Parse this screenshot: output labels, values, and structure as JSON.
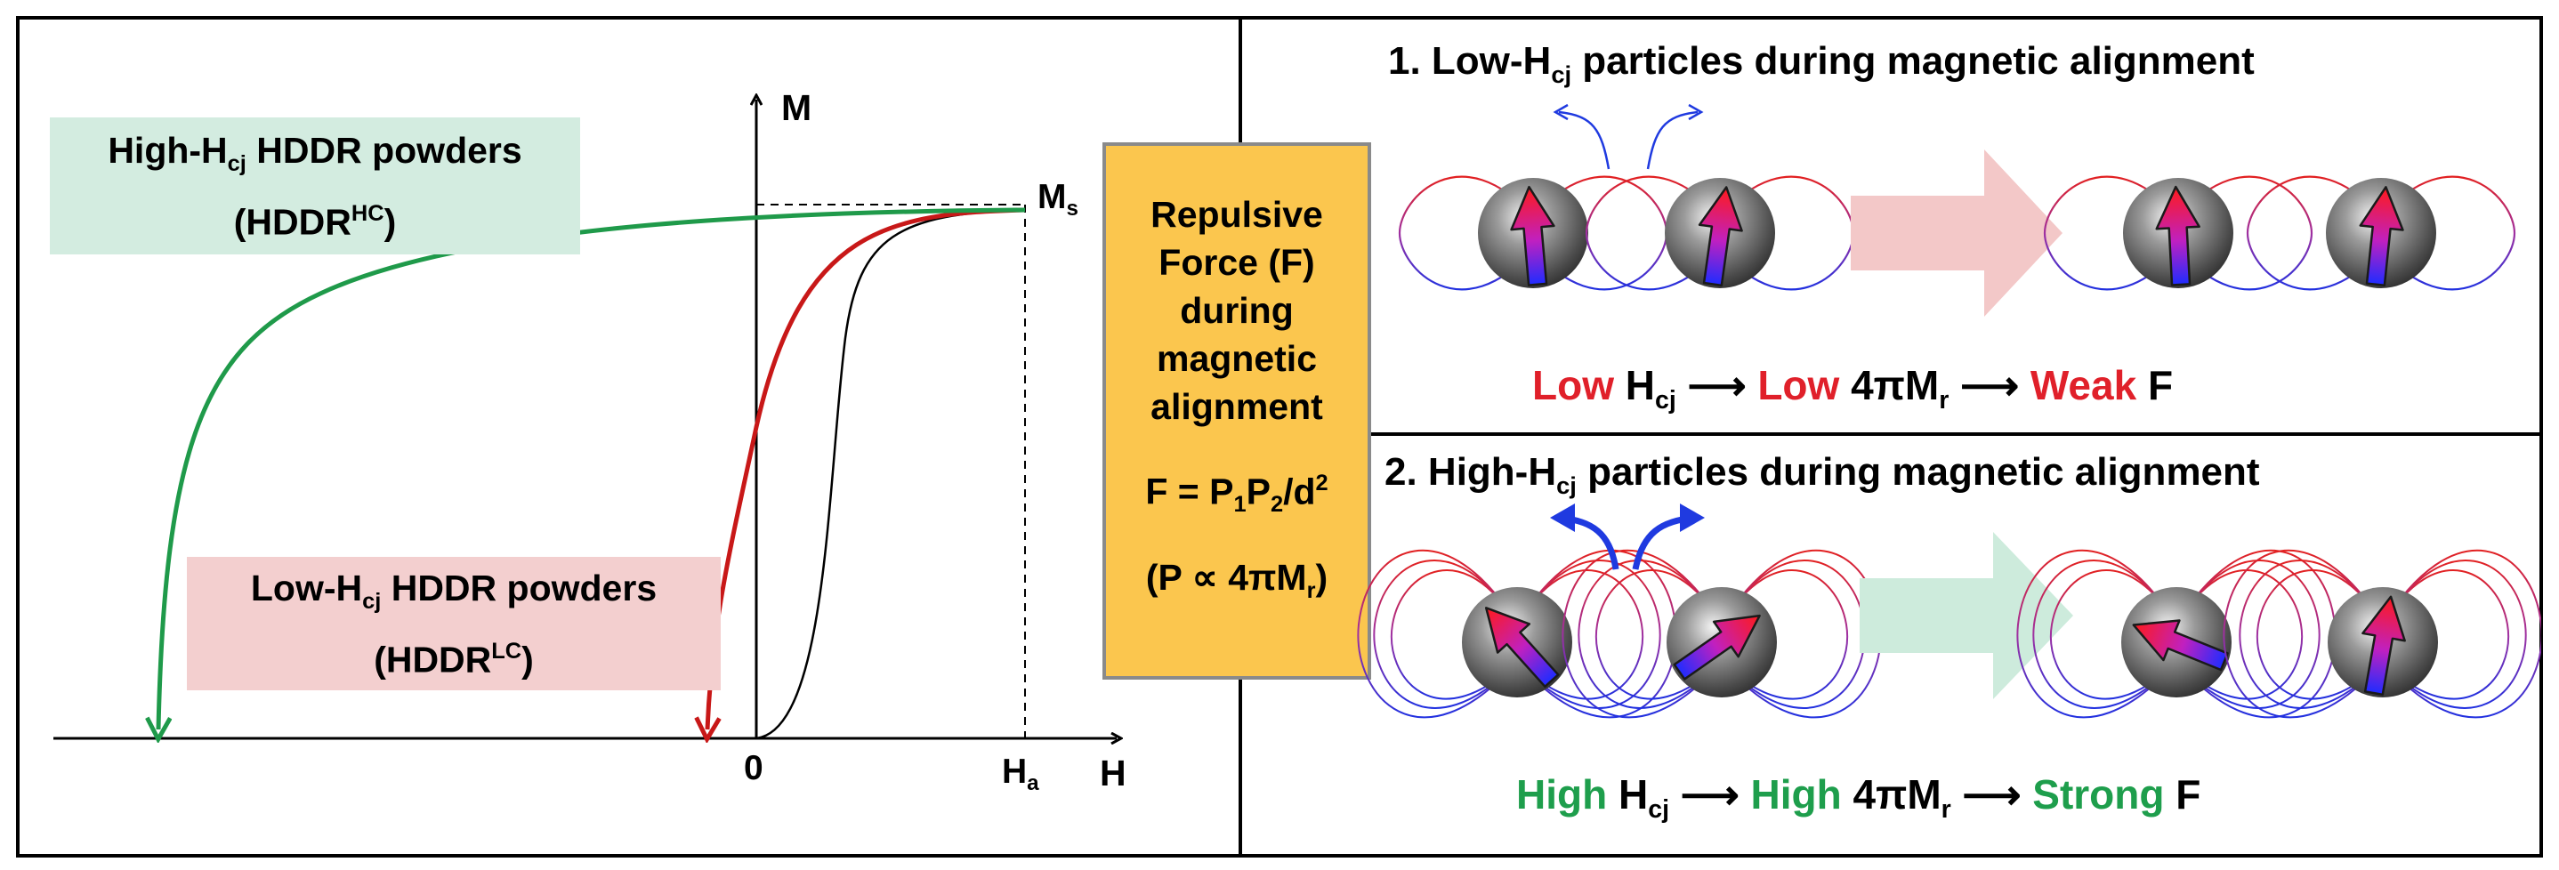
{
  "graph": {
    "y_axis_label": "M",
    "x_axis_label": "H",
    "origin_label": "0",
    "ms_label_main": "M",
    "ms_label_sub": "s",
    "ha_label_main": "H",
    "ha_label_sub": "a",
    "high_legend": {
      "line1_pre": "High-H",
      "line1_sub": "cj",
      "line1_post": " HDDR powders",
      "line2_pre": "(HDDR",
      "line2_sup": "HC",
      "line2_post": ")",
      "color": "#d3ece0"
    },
    "low_legend": {
      "line1_pre": "Low-H",
      "line1_sub": "cj",
      "line1_post": " HDDR powders",
      "line2_pre": "(HDDR",
      "line2_sup": "LC",
      "line2_post": ")",
      "color": "#f3cfcf"
    },
    "colors": {
      "high_curve": "#1f9a4a",
      "low_curve": "#c81818",
      "virgin_curve": "#000000"
    }
  },
  "force_box": {
    "line1": "Repulsive",
    "line2": "Force (F)",
    "line3": "during",
    "line4": "magnetic",
    "line5": "alignment",
    "formula_a": "F = P",
    "formula_s1": "1",
    "formula_b": "P",
    "formula_s2": "2",
    "formula_c": "/d",
    "formula_sup": "2",
    "prop_a": "(P ∝ 4πM",
    "prop_sub": "r",
    "prop_b": ")",
    "color": "#fbc64e"
  },
  "panel1": {
    "title_pre": "1. Low-H",
    "title_sub": "cj",
    "title_post": " particles during magnetic alignment",
    "eq_w1": "Low",
    "eq_h": "H",
    "eq_hsub": "cj",
    "arrow1": "⟶",
    "eq_w2": "Low",
    "eq_m": "4πM",
    "eq_msub": "r",
    "arrow2": "⟶",
    "eq_w3": "Weak",
    "eq_f": "F",
    "arrow_color": "#f3c8c8"
  },
  "panel2": {
    "title_pre": "2. High-H",
    "title_sub": "cj",
    "title_post": " particles during magnetic alignment",
    "eq_w1": "High",
    "eq_h": "H",
    "eq_hsub": "cj",
    "arrow1": "⟶",
    "eq_w2": "High",
    "eq_m": "4πM",
    "eq_msub": "r",
    "arrow2": "⟶",
    "eq_w3": "Strong",
    "eq_f": "F",
    "arrow_color": "#cdebdc"
  }
}
